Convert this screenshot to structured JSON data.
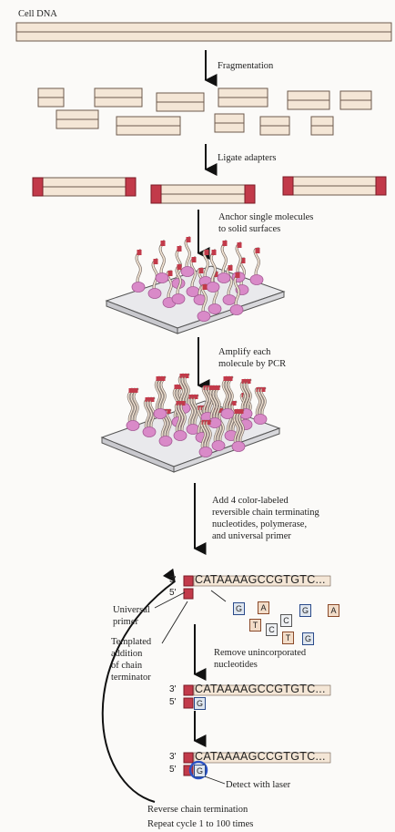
{
  "labels": {
    "cell_dna": "Cell DNA",
    "fragmentation": "Fragmentation",
    "ligate_adapters": "Ligate adapters",
    "anchor": "Anchor single molecules\nto solid surfaces",
    "amplify": "Amplify each\nmolecule by PCR",
    "add_reagents": "Add 4 color-labeled\nreversible chain terminating\nnucleotides, polymerase,\nand universal primer",
    "universal_primer": "Universal\nprimer",
    "templated_addition": "Templated\naddition\nof chain\nterminator",
    "remove_unincorporated": "Remove unincorporated\nnucleotides",
    "detect_laser": "Detect with laser",
    "reverse_termination": "Reverse chain termination",
    "repeat_cycle": "Repeat cycle 1 to 100 times"
  },
  "strand": {
    "three_prime": "3'",
    "five_prime": "5'",
    "template_sequence": "CATAAAAGCCGTGTC...",
    "incorporated_base": "G"
  },
  "free_nucleotides": [
    "G",
    "A",
    "C",
    "G",
    "A",
    "T",
    "C",
    "T",
    "G"
  ],
  "colors": {
    "strand_fill": "#f4e6d6",
    "adapter_red": "#c23a4a",
    "bead_pink": "#d98ac8",
    "surface_gray": "#e9e9ec",
    "laser_blue": "#2c52c4"
  }
}
